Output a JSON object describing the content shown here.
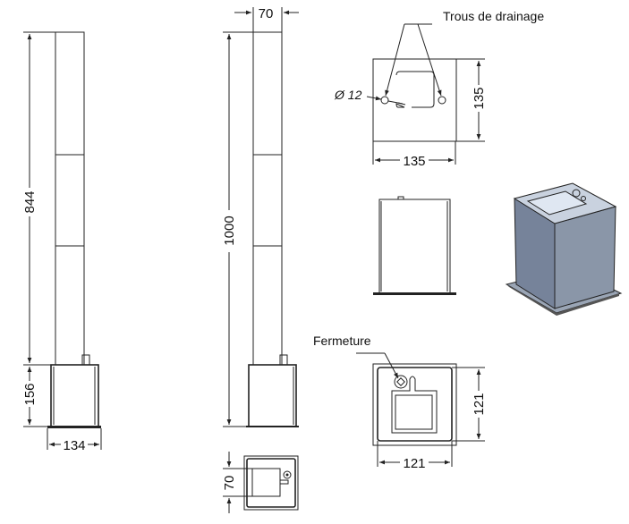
{
  "labels": {
    "drainage": "Trous de drainage",
    "closure": "Fermeture"
  },
  "dimensions": {
    "post_height_left": "844",
    "base_height": "156",
    "base_width": "134",
    "post_width": "70",
    "total_height": "1000",
    "top_view_post": "70",
    "hole_diameter": "Ø 12",
    "box_height": "135",
    "box_width": "135",
    "lid_height": "121",
    "lid_width": "121"
  },
  "colors": {
    "line": "#222222",
    "box_face": "#8a96a8",
    "box_face_dark": "#76839a",
    "box_top": "#c9d2df",
    "box_lid": "#dfe7f2"
  }
}
